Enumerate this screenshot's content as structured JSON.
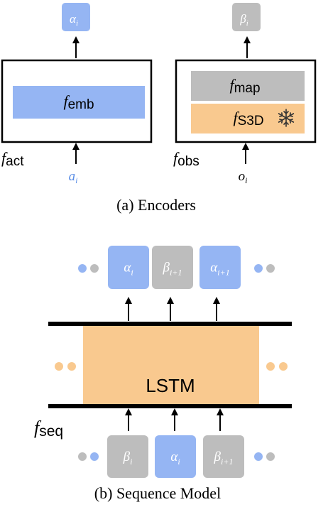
{
  "colors": {
    "blue": "#95b5f3",
    "gray": "#bdbdbd",
    "orange": "#f9c98f",
    "black": "#000000",
    "blue_text": "#5b8ee6",
    "token_label": "#ffffff"
  },
  "encoders": {
    "caption": "(a) Encoders",
    "act": {
      "output_label": "α",
      "output_sub": "i",
      "module_label": "f",
      "module_sub": "emb",
      "encoder_label": "f",
      "encoder_sub": "act",
      "input_label": "a",
      "input_sub": "i"
    },
    "obs": {
      "output_label": "β",
      "output_sub": "i",
      "map_label": "f",
      "map_sub": "map",
      "s3d_label": "f",
      "s3d_sub": "S3D",
      "frozen_icon": "snowflake-icon",
      "encoder_label": "f",
      "encoder_sub": "obs",
      "input_label": "o",
      "input_sub": "i"
    }
  },
  "sequence": {
    "caption": "(b) Sequence Model",
    "lstm_label": "LSTM",
    "module_label": "f",
    "module_sub": "seq",
    "outputs": [
      {
        "label": "α",
        "sub": "i",
        "color": "blue"
      },
      {
        "label": "β",
        "sub": "i+1",
        "color": "gray"
      },
      {
        "label": "α",
        "sub": "i+1",
        "color": "blue"
      }
    ],
    "inputs": [
      {
        "label": "β",
        "sub": "i",
        "color": "gray"
      },
      {
        "label": "α",
        "sub": "i",
        "color": "blue"
      },
      {
        "label": "β",
        "sub": "i+1",
        "color": "gray"
      }
    ]
  }
}
